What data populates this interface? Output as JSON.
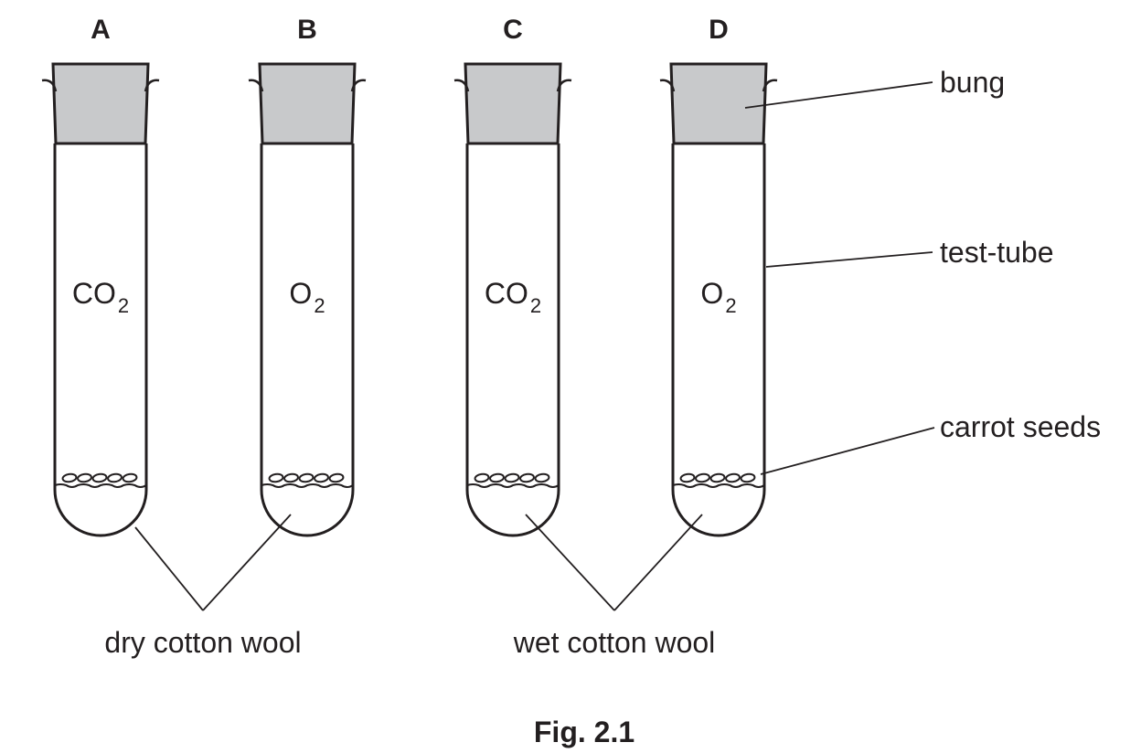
{
  "figure": {
    "caption": "Fig. 2.1",
    "tubes": [
      {
        "id": "A",
        "gas": "CO",
        "gas_sub": "2",
        "cotton_wool": "dry"
      },
      {
        "id": "B",
        "gas": "O",
        "gas_sub": "2",
        "cotton_wool": "dry"
      },
      {
        "id": "C",
        "gas": "CO",
        "gas_sub": "2",
        "cotton_wool": "wet"
      },
      {
        "id": "D",
        "gas": "O",
        "gas_sub": "2",
        "cotton_wool": "wet"
      }
    ],
    "labels": {
      "bung": "bung",
      "test_tube": "test-tube",
      "carrot_seeds": "carrot seeds",
      "dry_cotton_wool": "dry cotton wool",
      "wet_cotton_wool": "wet cotton wool"
    },
    "colors": {
      "bung_fill": "#c8c9cb",
      "ink": "#231f20"
    }
  }
}
